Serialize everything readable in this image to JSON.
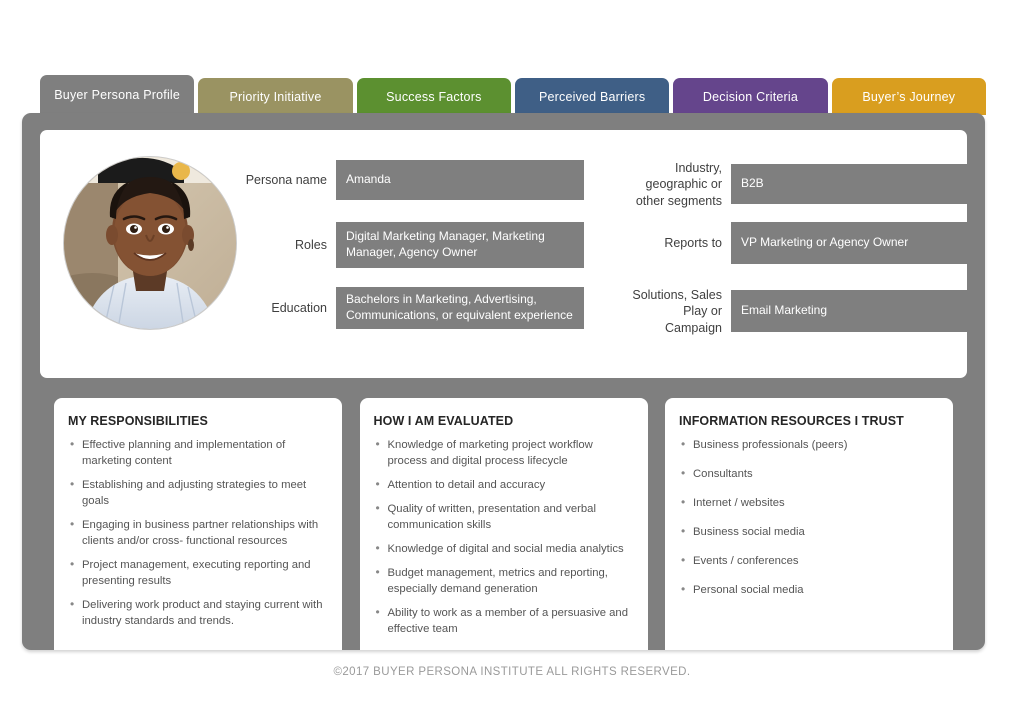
{
  "tabs": [
    {
      "label": "Buyer Persona Profile",
      "color": "#7f7f7f",
      "active": true
    },
    {
      "label": "Priority Initiative",
      "color": "#9a9362",
      "active": false
    },
    {
      "label": "Success  Factors",
      "color": "#5c9030",
      "active": false
    },
    {
      "label": "Perceived Barriers",
      "color": "#3f5f86",
      "active": false
    },
    {
      "label": "Decision Criteria",
      "color": "#65458c",
      "active": false
    },
    {
      "label": "Buyer’s Journey",
      "color": "#d99e1f",
      "active": false
    }
  ],
  "profile": {
    "avatar_alt": "persona-photo",
    "left_fields": [
      {
        "label": "Persona name",
        "value": "Amanda"
      },
      {
        "label": "Roles",
        "value": "Digital Marketing Manager, Marketing Manager, Agency Owner"
      },
      {
        "label": "Education",
        "value": "Bachelors in Marketing, Advertising, Communications, or equivalent experience"
      }
    ],
    "right_fields": [
      {
        "label": "Industry, geographic or other segments",
        "value": "B2B"
      },
      {
        "label": "Reports to",
        "value": "VP Marketing or Agency Owner"
      },
      {
        "label": "Solutions, Sales Play or Campaign",
        "value": "Email Marketing"
      }
    ]
  },
  "cards": [
    {
      "title": "MY RESPONSIBILITIES",
      "items": [
        "Effective planning and implementation of marketing content",
        "Establishing and adjusting strategies to meet goals",
        "Engaging in business partner relationships with clients and/or cross- functional resources",
        "Project management, executing reporting and presenting results",
        "Delivering work product and staying current with industry standards and trends."
      ]
    },
    {
      "title": "HOW I AM EVALUATED",
      "items": [
        "Knowledge of marketing project workflow process and digital process lifecycle",
        "Attention to detail and accuracy",
        "Quality of written, presentation and verbal communication skills",
        "Knowledge of digital and social media analytics",
        "Budget management, metrics and reporting, especially demand generation",
        "Ability to work as a member of a persuasive and effective team"
      ]
    },
    {
      "title": "INFORMATION RESOURCES I TRUST",
      "items": [
        "Business professionals (peers)",
        "Consultants",
        "Internet / websites",
        "Business social media",
        "Events / conferences",
        "Personal social media"
      ]
    }
  ],
  "footer": {
    "copyright": "©2017  BUYER PERSONA INSTITUTE   ALL RIGHTS RESERVED."
  },
  "colors": {
    "frame": "#7f7f7f",
    "field_box": "#7f7f7f",
    "panel": "#ffffff"
  }
}
